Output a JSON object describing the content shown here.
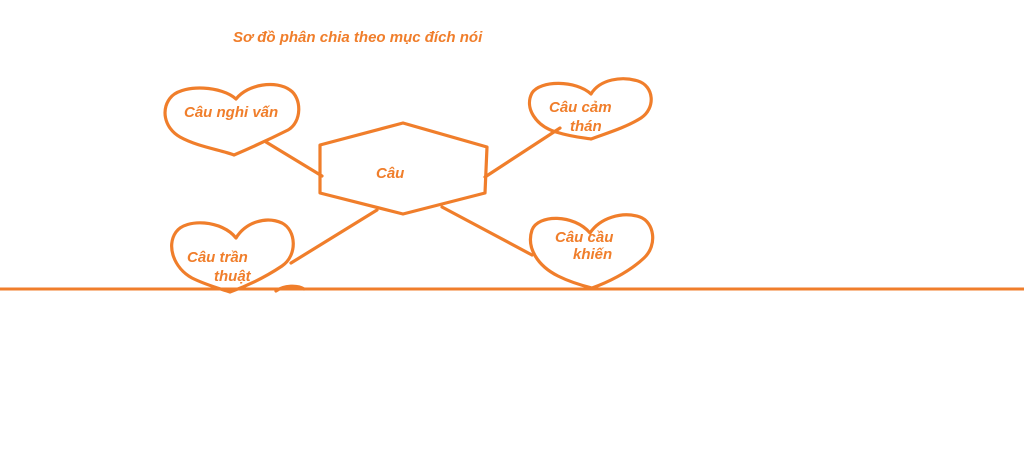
{
  "diagram": {
    "title": "Sơ đồ phân chia theo mục đích nói",
    "center": {
      "label": "Câu"
    },
    "branches": [
      {
        "id": "nghi-van",
        "lines": [
          "Câu nghi vấn"
        ]
      },
      {
        "id": "cam-than",
        "lines": [
          "Câu cảm",
          "thán"
        ]
      },
      {
        "id": "tran-thuat",
        "lines": [
          "Câu trần",
          "thuật"
        ]
      },
      {
        "id": "cau-khien",
        "lines": [
          "Câu cầu",
          "khiến"
        ]
      }
    ]
  },
  "colors": {
    "stroke": "#f07e2b",
    "text": "#f07e2b",
    "background": "#ffffff"
  }
}
